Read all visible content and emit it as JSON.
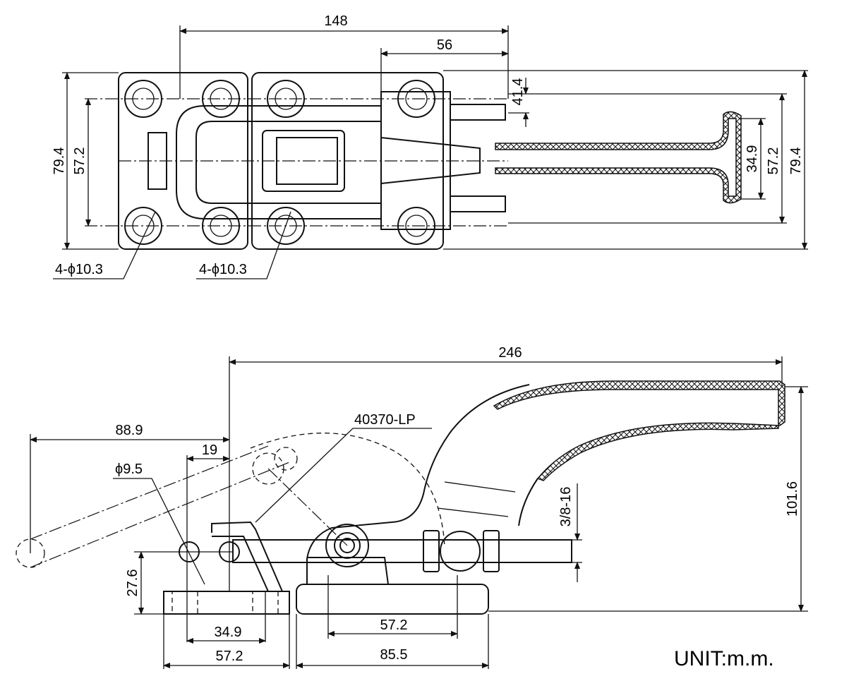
{
  "drawing": {
    "unit_label": "UNIT:m.m.",
    "model_label": "40370-LP",
    "top_view": {
      "dim_overall_length": "148",
      "dim_bracket_width": "56",
      "dim_offset": "41.4",
      "dim_left_height_outer": "79.4",
      "dim_left_height_inner": "57.2",
      "dim_right_height_outer": "79.4",
      "dim_right_height_inner": "57.2",
      "dim_handle_width": "34.9",
      "hole_callout_left": "4-ϕ10.3",
      "hole_callout_right": "4-ϕ10.3"
    },
    "side_view": {
      "dim_total_length": "246",
      "dim_hook_reach": "88.9",
      "dim_hook_offset": "19",
      "dim_pin_diameter": "ϕ9.5",
      "dim_thread": "3/8-16",
      "dim_height": "101.6",
      "dim_pin_height": "27.6",
      "dim_keeper_holes": "34.9",
      "dim_keeper_width": "57.2",
      "dim_base_holes": "57.2",
      "dim_base_width": "85.5"
    }
  }
}
